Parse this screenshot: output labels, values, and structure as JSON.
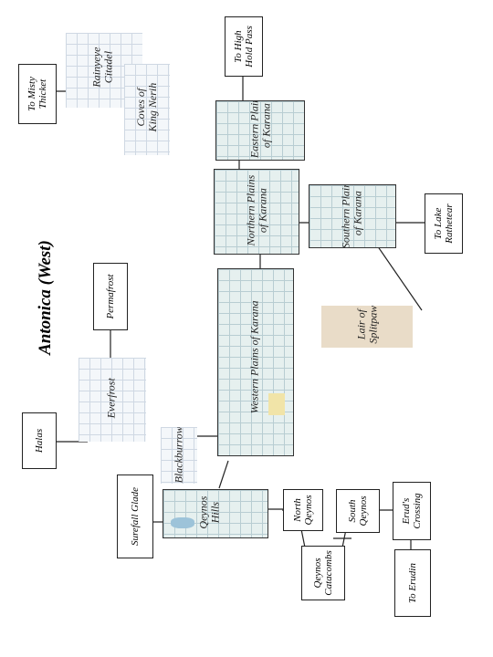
{
  "map": {
    "title": "Antonica (West)",
    "zones": {
      "rainyeye": "Rainyeye\nCitadel",
      "coves": "Coves of\nKing Nerih",
      "eastern": "Eastern Plains\nof Karana",
      "northern": "Northern Plains\nof Karana",
      "southern": "Southern Plains\nof Karana",
      "western": "Western Plains of Karana",
      "lair": "Lair of\nSplitpaw",
      "everfrost": "Everfrost",
      "blackburrow": "Blackburrow",
      "qeynos_hills": "Qeynos\nHills"
    },
    "connections": {
      "high_hold": "To High\nHold Pass",
      "misty": "To Misty\nThicket",
      "lake": "To Lake\nRathetear",
      "permafrost": "Permafrost",
      "halas": "Halas",
      "surefall": "Surefall Glade",
      "north_qeynos": "North\nQeynos",
      "south_qeynos": "South\nQeynos",
      "catacombs": "Qeynos\nCatacombs",
      "eruds_crossing": "Erud's\nCrossing",
      "erudin": "To Erudin"
    }
  }
}
